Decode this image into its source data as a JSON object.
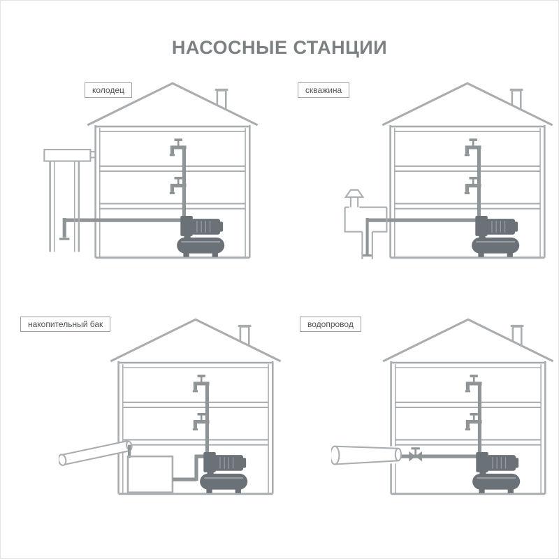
{
  "page": {
    "title": "НАСОСНЫЕ СТАНЦИИ"
  },
  "panels": [
    {
      "id": "well",
      "label": "колодец"
    },
    {
      "id": "borehole",
      "label": "скважина"
    },
    {
      "id": "storage_tank",
      "label": "накопительный бак"
    },
    {
      "id": "water_main",
      "label": "водопровод"
    }
  ],
  "colors": {
    "line": "#a9adb0",
    "pipe": "#8f9497",
    "dark": "#6b7277",
    "title": "#7b8083",
    "label_text": "#4e5356",
    "label_border": "#9ba0a3"
  }
}
